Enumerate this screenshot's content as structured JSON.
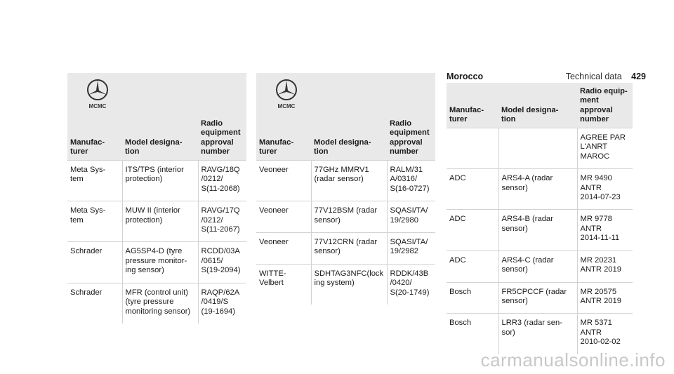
{
  "header": {
    "section": "Technical data",
    "page": "429"
  },
  "table1": {
    "logo_text": "MCMC",
    "headers": [
      "Manufac-\nturer",
      "Model designa-\ntion",
      "Radio\nequipment\napproval\nnumber"
    ],
    "rows": [
      [
        "Meta Sys-\ntem",
        "ITS/TPS (interior\nprotection)",
        "RAVG/18Q\n/0212/\nS(11-2068)"
      ],
      [
        "Meta Sys-\ntem",
        "MUW II (interior\nprotection)",
        "RAVG/17Q\n/0212/\nS(11-2067)"
      ],
      [
        "Schrader",
        "AG5SP4-D (tyre\npressure monitor-\ning sensor)",
        "RCDD/03A\n/0615/\nS(19-2094)"
      ],
      [
        "Schrader",
        "MFR (control unit)\n(tyre pressure\nmonitoring sensor)",
        "RAQP/62A\n/0419/S\n(19-1694)"
      ]
    ]
  },
  "table2": {
    "logo_text": "MCMC",
    "headers": [
      "Manufac-\nturer",
      "Model designa-\ntion",
      "Radio\nequipment\napproval\nnumber"
    ],
    "rows": [
      [
        "Veoneer",
        "77GHz MMRV1\n(radar sensor)",
        "RALM/31\nA/0316/\nS(16-0727)"
      ],
      [
        "Veoneer",
        "77V12BSM (radar\nsensor)",
        "SQASI/TA/\n19/2980"
      ],
      [
        "Veoneer",
        "77V12CRN (radar\nsensor)",
        "SQASI/TA/\n19/2982"
      ],
      [
        "WITTE-\nVelbert",
        "SDHTAG3NFC(lock\ning system)",
        "RDDK/43B\n/0420/\nS(20-1749)"
      ]
    ]
  },
  "table3": {
    "title": "Morocco",
    "headers": [
      "Manufac-\nturer",
      "Model designa-\ntion",
      "Radio equip-\nment\napproval\nnumber"
    ],
    "rows": [
      [
        "",
        "",
        "AGREE PAR\nL'ANRT\nMAROC"
      ],
      [
        "ADC",
        "ARS4-A (radar\nsensor)",
        "MR 9490\nANTR\n2014-07-23"
      ],
      [
        "ADC",
        "ARS4-B (radar\nsensor)",
        "MR 9778\nANTR\n2014-11-11"
      ],
      [
        "ADC",
        "ARS4-C (radar\nsensor)",
        "MR 20231\nANTR 2019"
      ],
      [
        "Bosch",
        "FR5CPCCF (radar\nsensor)",
        "MR 20575\nANTR 2019"
      ],
      [
        "Bosch",
        "LRR3 (radar sen-\nsor)",
        "MR 5371\nANTR\n2010-02-02"
      ]
    ]
  },
  "watermark": "carmanualsonline.info"
}
